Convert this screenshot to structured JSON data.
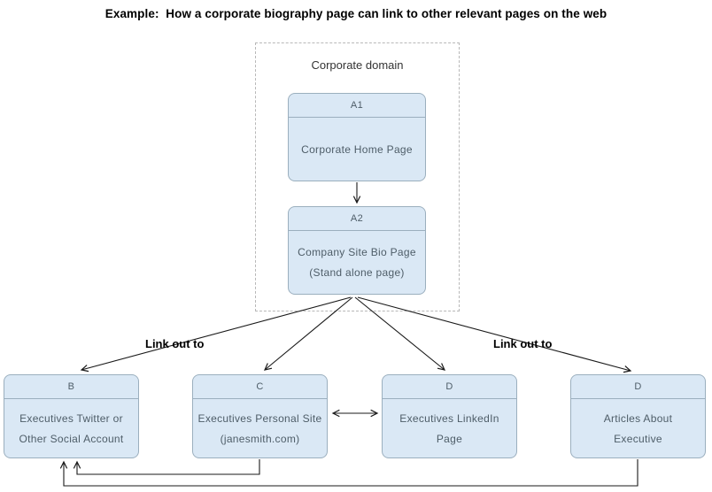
{
  "title": "Example:  How a corporate biography page can link to other relevant pages on the web",
  "domain": {
    "label": "Corporate domain"
  },
  "labels": {
    "link_out_left": "Link out to",
    "link_out_right": "Link out to"
  },
  "nodes": {
    "a1": {
      "header": "A1",
      "line1": "Corporate Home Page"
    },
    "a2": {
      "header": "A2",
      "line1": "Company Site Bio Page",
      "line2": "(Stand alone page)"
    },
    "b": {
      "header": "B",
      "line1": "Executives Twitter or",
      "line2": "Other Social Account"
    },
    "c": {
      "header": "C",
      "line1": "Executives Personal Site",
      "line2": "(janesmith.com)"
    },
    "d1": {
      "header": "D",
      "line1": "Executives LinkedIn",
      "line2": "Page"
    },
    "d2": {
      "header": "D",
      "line1": "Articles About",
      "line2": "Executive"
    }
  },
  "colors": {
    "node_fill": "#dae8f5",
    "node_border": "#9bafbe",
    "node_text": "#4e5d68",
    "connector": "#1a1a1a",
    "domain_border": "#b8b8b8"
  }
}
